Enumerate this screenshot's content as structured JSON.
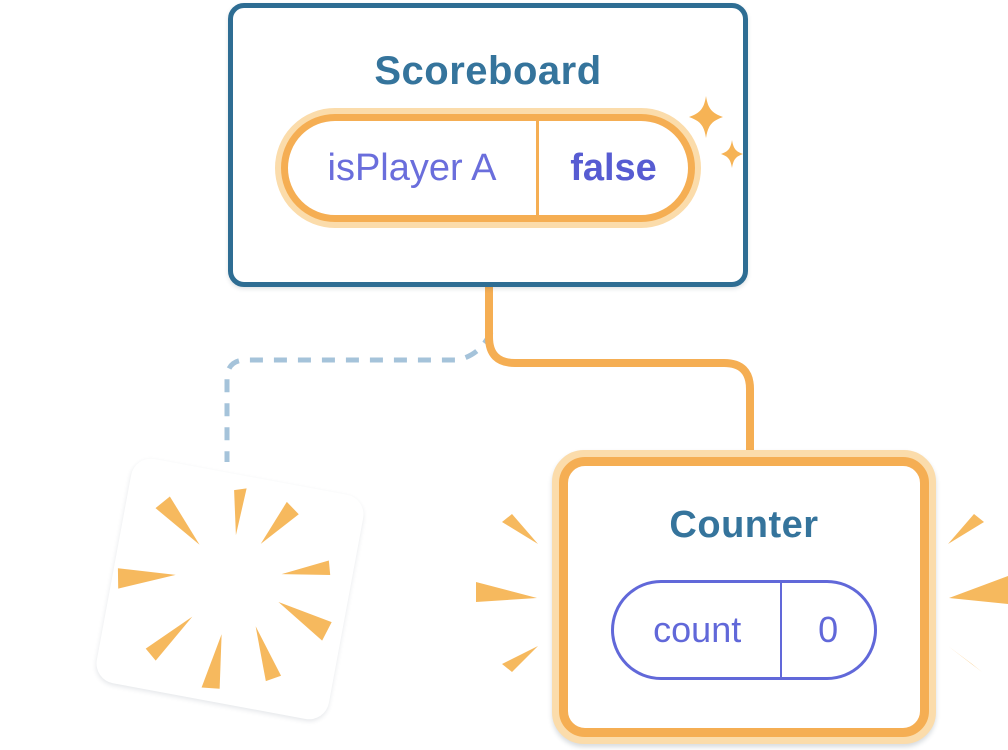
{
  "scoreboard_card": {
    "title": "Scoreboard",
    "state_pill": {
      "name": "isPlayer A",
      "value": "false"
    }
  },
  "counter_card": {
    "title": "Counter",
    "state_pill": {
      "name": "count",
      "value": "0"
    }
  },
  "icons": {
    "sparkles": "sparkles-icon",
    "poof_burst": "poof-burst-icon",
    "emphasis_rays_left": "emphasis-rays-left-icon",
    "emphasis_rays_right": "emphasis-rays-right-icon"
  },
  "colors": {
    "card_border_blue": "#2e6d93",
    "card_title_blue": "#35749c",
    "accent_orange": "#f5ae53",
    "accent_orange_light": "#fbdcab",
    "ray_orange": "#f6b95e",
    "state_text_purple": "#6a6edc",
    "state_value_purple": "#575cd2",
    "counter_pill_purple": "#6168d9",
    "dashed_line_blue": "#a5c3da",
    "card_background": "#ffffff"
  }
}
